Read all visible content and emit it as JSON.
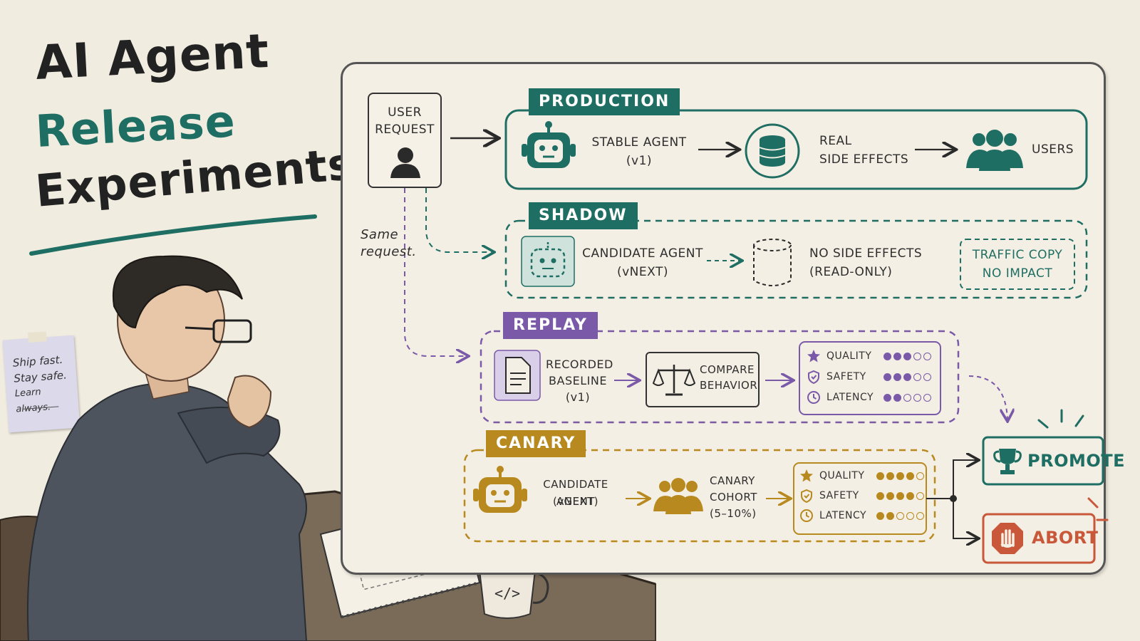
{
  "title": {
    "line1": "AI Agent",
    "line2": "Release",
    "line3": "Experiments"
  },
  "sticky_note": {
    "l1": "Ship fast.",
    "l2": "Stay safe.",
    "l3": "Learn always."
  },
  "side_note": {
    "l1": "Same",
    "l2": "request."
  },
  "user_request": {
    "l1": "USER",
    "l2": "REQUEST"
  },
  "production": {
    "tag": "PRODUCTION",
    "agent_l1": "STABLE AGENT",
    "agent_l2": "(v1)",
    "effects_l1": "REAL",
    "effects_l2": "SIDE EFFECTS",
    "users": "USERS"
  },
  "shadow": {
    "tag": "SHADOW",
    "agent_l1": "CANDIDATE AGENT",
    "agent_l2": "(vNEXT)",
    "effects_l1": "NO SIDE EFFECTS",
    "effects_l2": "(READ-ONLY)",
    "note_l1": "TRAFFIC COPY",
    "note_l2": "NO IMPACT"
  },
  "replay": {
    "tag": "REPLAY",
    "baseline_l1": "RECORDED",
    "baseline_l2": "BASELINE",
    "baseline_l3": "(v1)",
    "compare_l1": "COMPARE",
    "compare_l2": "BEHAVIOR",
    "metrics": [
      {
        "name": "QUALITY",
        "filled": 3,
        "total": 5
      },
      {
        "name": "SAFETY",
        "filled": 3,
        "total": 5
      },
      {
        "name": "LATENCY",
        "filled": 2,
        "total": 5
      }
    ]
  },
  "canary": {
    "tag": "CANARY",
    "agent_l1": "CANDIDATE AGENT",
    "agent_l2": "(vNEXT)",
    "cohort_l1": "CANARY",
    "cohort_l2": "COHORT",
    "cohort_l3": "(5–10%)",
    "metrics": [
      {
        "name": "QUALITY",
        "filled": 4,
        "total": 5
      },
      {
        "name": "SAFETY",
        "filled": 4,
        "total": 5
      },
      {
        "name": "LATENCY",
        "filled": 2,
        "total": 5
      }
    ]
  },
  "outcomes": {
    "promote": "PROMOTE",
    "abort": "ABORT"
  },
  "mug_glyph": "</>",
  "colors": {
    "teal": "#1f6e63",
    "purple": "#7a5aa8",
    "gold": "#b8891e",
    "red": "#c9573a",
    "ink": "#2a2a2a"
  }
}
